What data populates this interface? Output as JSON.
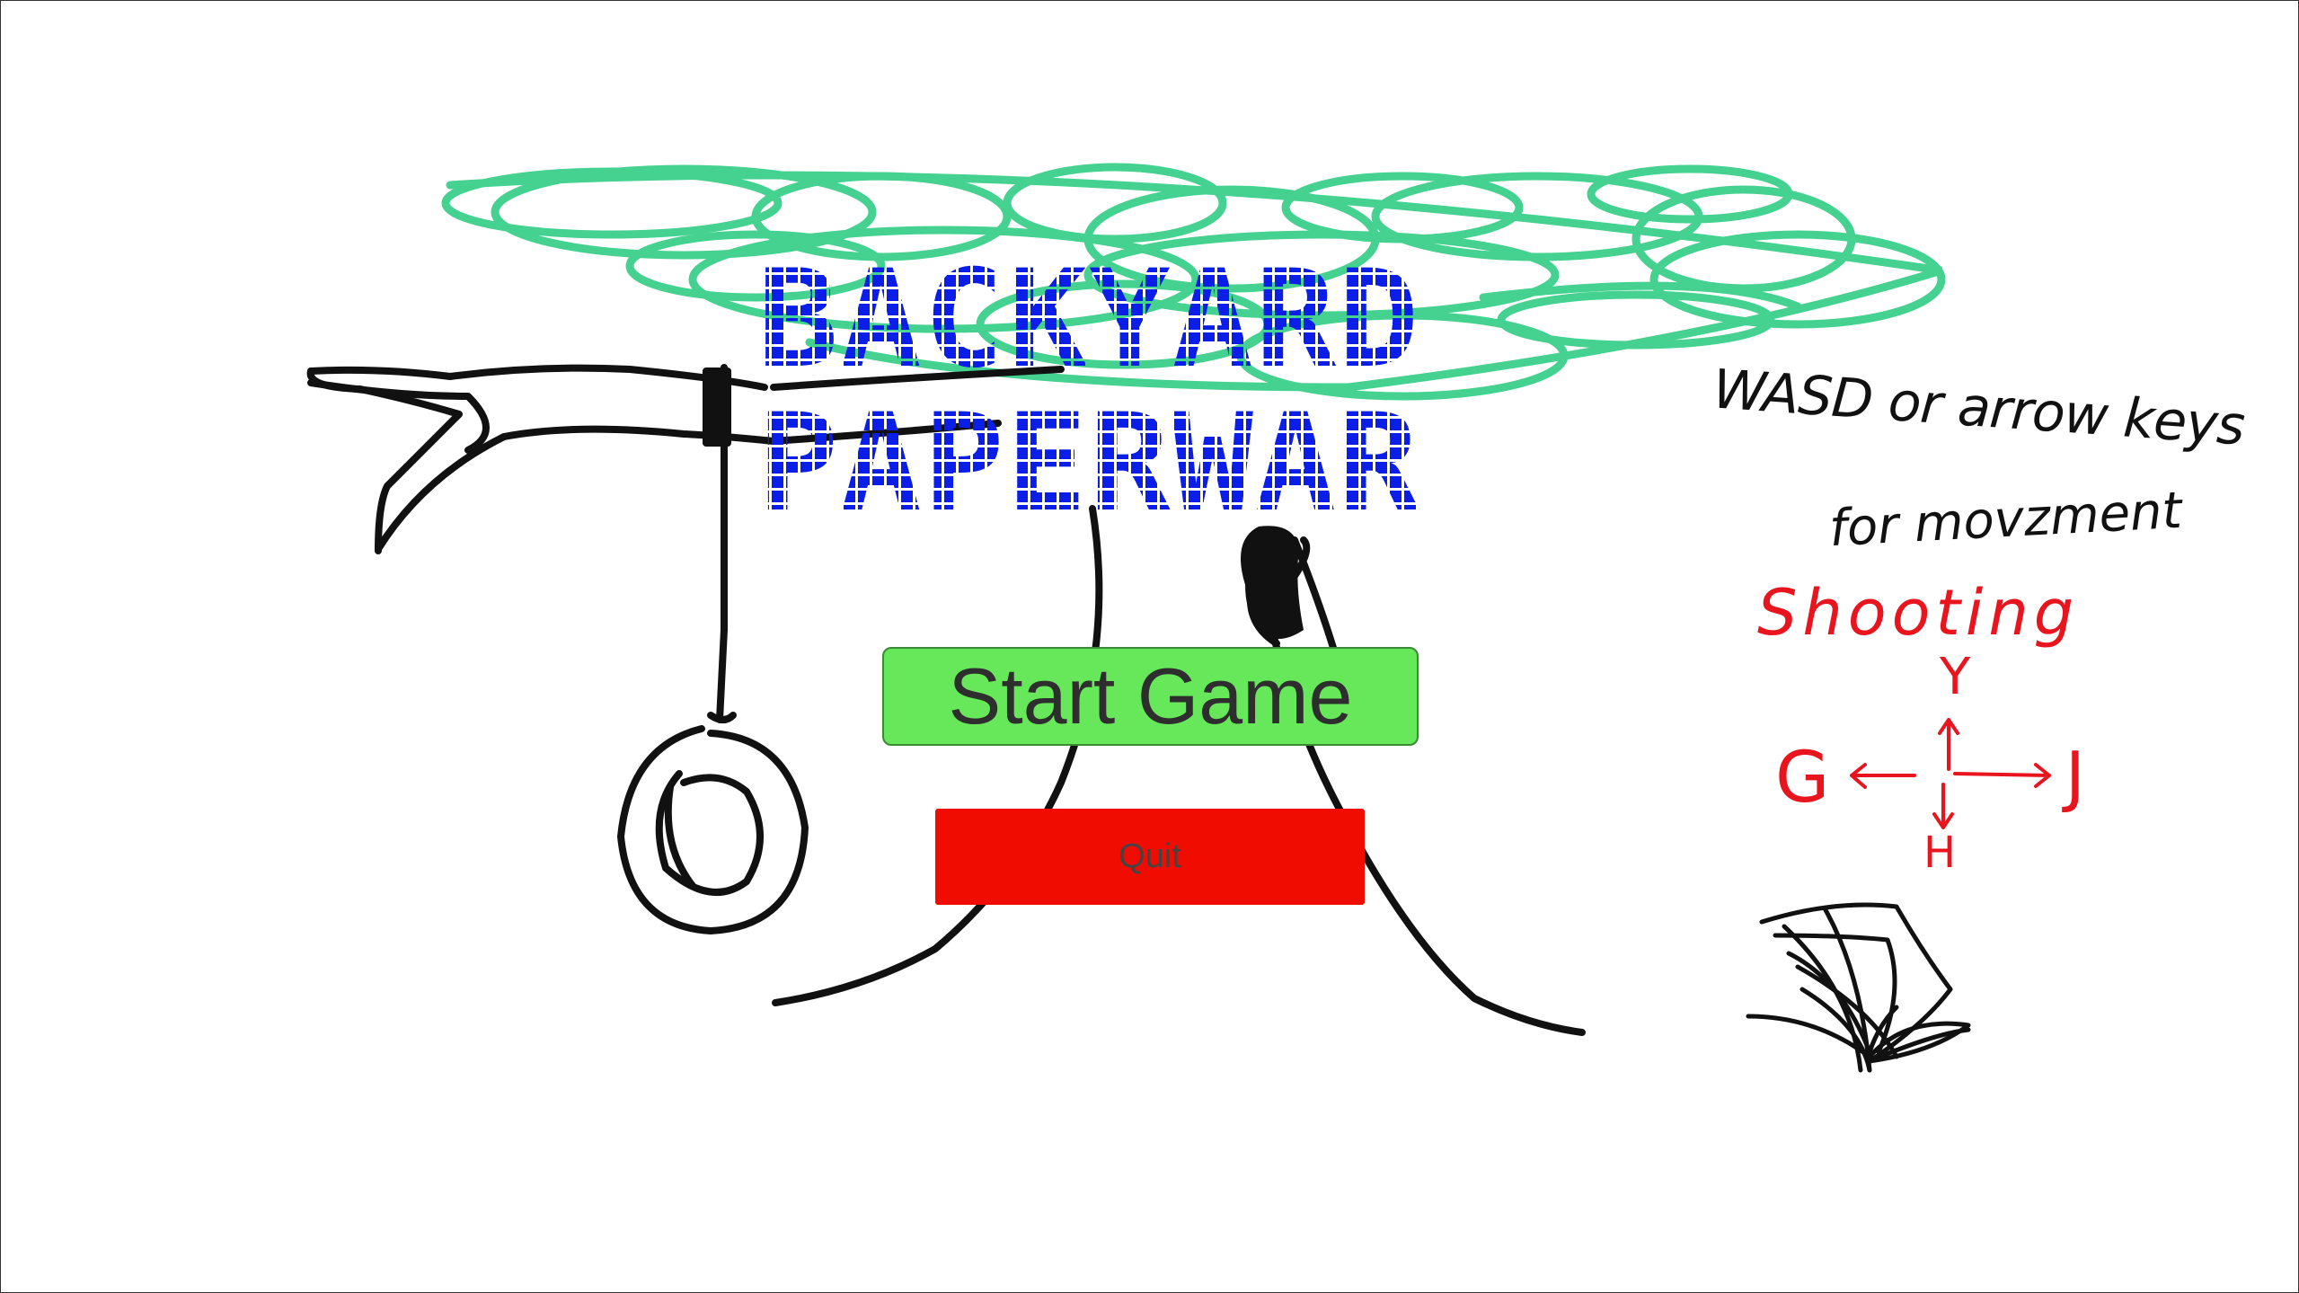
{
  "title": {
    "line1": "BACKYARD",
    "line2": "PAPERWAR"
  },
  "menu": {
    "start_label": "Start Game",
    "quit_label": "Quit"
  },
  "controls": {
    "movement_line1": "WASD or arrow keys",
    "movement_line2": "for movzment",
    "shooting_label": "Shooting",
    "keys": {
      "up": "Y",
      "left": "G",
      "right": "J",
      "down": "H"
    }
  },
  "colors": {
    "title": "#0a1ee8",
    "start_button": "#66e85a",
    "quit_button": "#f00c00",
    "foliage": "#3ccf8a",
    "ink": "#111111",
    "shooting_ink": "#e8141e"
  }
}
